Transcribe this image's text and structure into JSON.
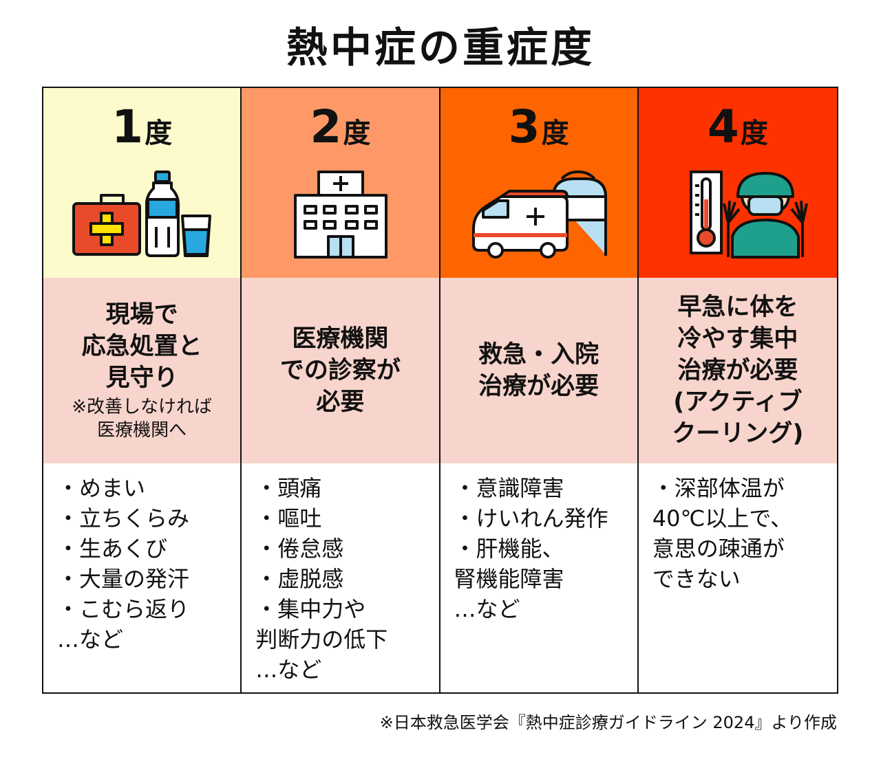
{
  "title": "熱中症の重症度",
  "unit": "度",
  "columns": [
    {
      "level": "1",
      "icons": [
        "first-aid-kit-icon",
        "water-bottle-icon",
        "water-glass-icon"
      ],
      "need": "現場で\n応急処置と\n見守り",
      "note": "※改善しなければ\n医療機関へ",
      "symptoms": "・めまい\n・立ちくらみ\n・生あくび\n・大量の発汗\n・こむら返り\n…など",
      "color": "#fdfbcc"
    },
    {
      "level": "2",
      "icons": [
        "hospital-icon"
      ],
      "need": "医療機関\nでの診察が\n必要",
      "note": "",
      "symptoms": "・頭痛\n・嘔吐\n・倦怠感\n・虚脱感\n・集中力や\n 判断力の低下\n…など",
      "color": "#fe9967"
    },
    {
      "level": "3",
      "icons": [
        "ambulance-icon",
        "hospital-bed-icon"
      ],
      "need": "救急・入院\n治療が必要",
      "note": "",
      "symptoms": "・意識障害\n・けいれん発作\n・肝機能、\n 腎機能障害\n…など",
      "color": "#fe6400"
    },
    {
      "level": "4",
      "icons": [
        "thermometer-icon",
        "surgeon-icon"
      ],
      "need": "早急に体を\n冷やす集中\n治療が必要\n(アクティブ\nクーリング)",
      "note": "",
      "symptoms": "・深部体温が\n40℃以上で、\n意思の疎通が\nできない",
      "color": "#fe3200"
    }
  ],
  "source": "※日本救急医学会『熱中症診療ガイドライン 2024』より作成",
  "colors": {
    "need_band": "#f7d4cc",
    "border": "#111111",
    "kit_red": "#e84b2a",
    "cross_yellow": "#ffe200",
    "water_blue": "#29a8e0",
    "scrub_teal": "#1fa08c"
  }
}
